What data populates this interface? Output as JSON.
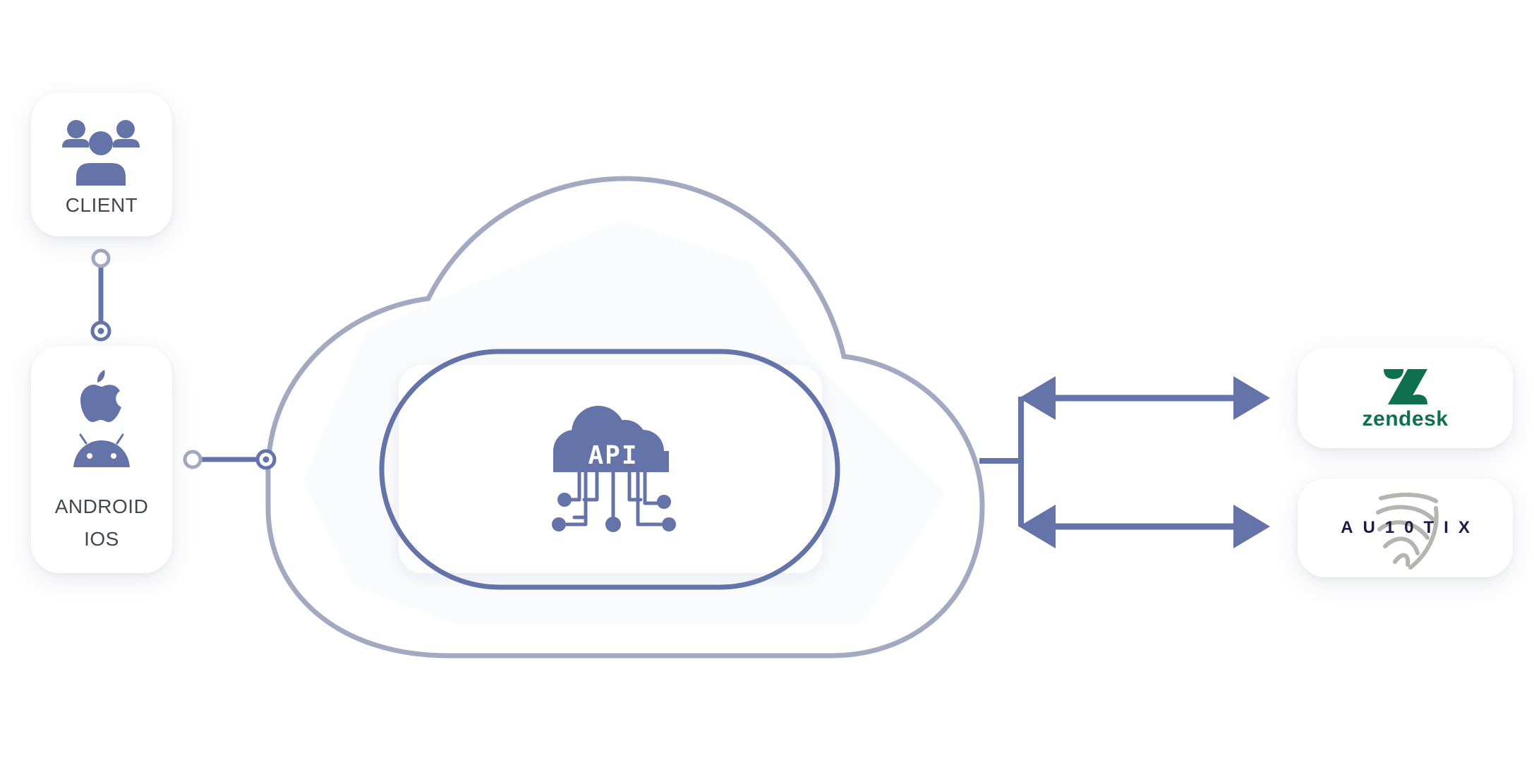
{
  "colors": {
    "primary": "#6474a8",
    "cloud_outline": "#a2aac2",
    "zendesk_green": "#0f7050",
    "autotix_navy": "#1b1b45",
    "shield_gray": "#b5b5b0",
    "text": "#444650"
  },
  "nodes": {
    "client": {
      "label": "CLIENT",
      "icon": "users-icon"
    },
    "mobile": {
      "label_line1": "ANDROID",
      "label_line2": "IOS",
      "icons": [
        "apple-icon",
        "android-icon"
      ]
    },
    "api": {
      "label": "API",
      "icon": "api-cloud-icon"
    },
    "zendesk": {
      "wordmark": "zendesk",
      "icon": "zendesk-logo"
    },
    "autotix": {
      "wordmark": "AU10TIX",
      "icon": "autotix-logo"
    }
  }
}
